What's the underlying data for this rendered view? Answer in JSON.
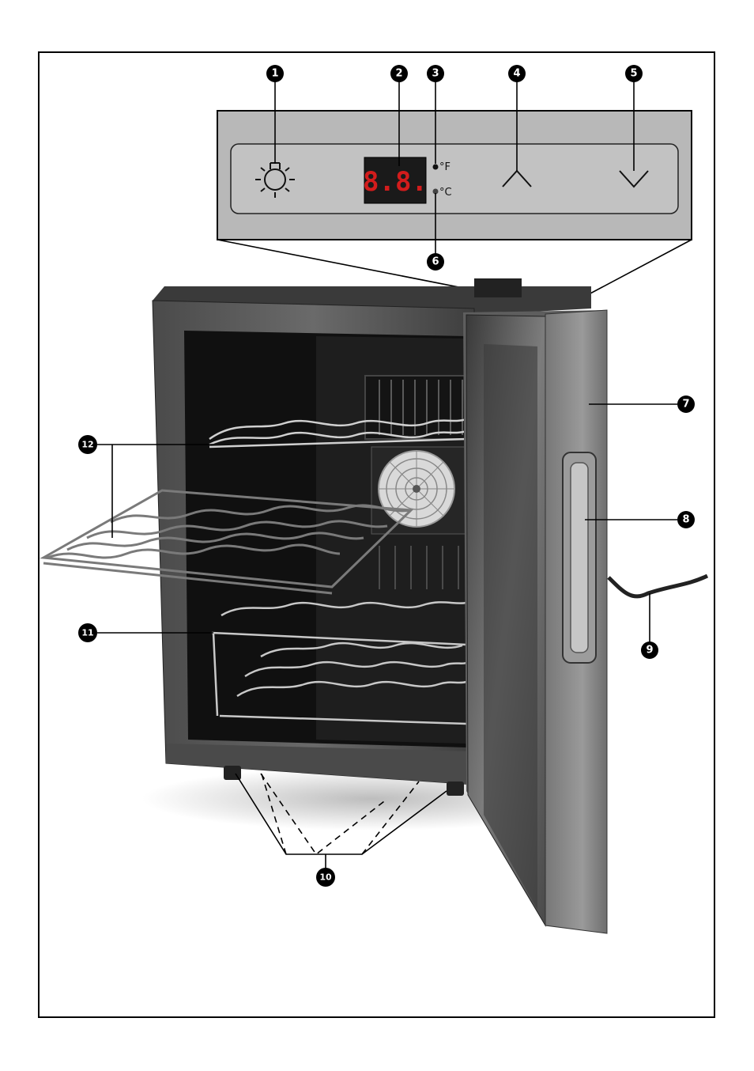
{
  "panel": {
    "display": {
      "digits": "8.8."
    },
    "units": {
      "fahrenheit": "°F",
      "celsius": "°C"
    }
  },
  "callouts": [
    {
      "id": "1",
      "label": "1",
      "part": "light-button"
    },
    {
      "id": "2",
      "label": "2",
      "part": "temperature-display"
    },
    {
      "id": "3",
      "label": "3",
      "part": "fahrenheit-indicator"
    },
    {
      "id": "4",
      "label": "4",
      "part": "up-button"
    },
    {
      "id": "5",
      "label": "5",
      "part": "down-button"
    },
    {
      "id": "6",
      "label": "6",
      "part": "celsius-indicator"
    },
    {
      "id": "7",
      "label": "7",
      "part": "door"
    },
    {
      "id": "8",
      "label": "8",
      "part": "door-handle"
    },
    {
      "id": "9",
      "label": "9",
      "part": "power-cord"
    },
    {
      "id": "10",
      "label": "10",
      "part": "feet"
    },
    {
      "id": "11",
      "label": "11",
      "part": "lower-shelf"
    },
    {
      "id": "12",
      "label": "12",
      "part": "upper-shelf"
    }
  ],
  "colors": {
    "panel": "#b8b8b8",
    "cabinet": "#5a5a5a",
    "door": "#8e8e8e",
    "display": "#d21c1c",
    "callout": "#000000"
  }
}
